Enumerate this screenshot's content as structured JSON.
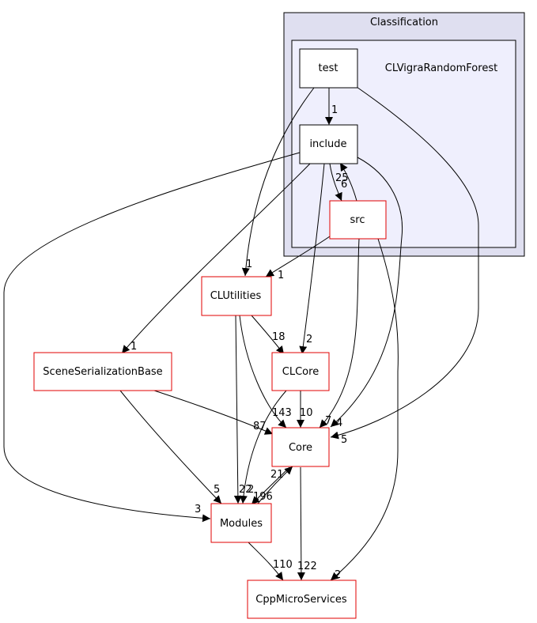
{
  "colors": {
    "outer_cluster_fill": "#dfdff0",
    "inner_cluster_fill": "#efeffd",
    "node_border_red": "#e00000",
    "node_border_black": "#000000",
    "edge": "#000000"
  },
  "clusters": {
    "outer": {
      "title": "Classification"
    },
    "inner": {
      "title": "CLVigraRandomForest"
    }
  },
  "nodes": {
    "test": "test",
    "include": "include",
    "src": "src",
    "clutilities": "CLUtilities",
    "scene": "SceneSerializationBase",
    "clcore": "CLCore",
    "core": "Core",
    "modules": "Modules",
    "cppmicro": "CppMicroServices"
  },
  "edge_labels": {
    "test_include": "1",
    "test_clutilities": "1",
    "include_src": "6",
    "src_include": "25",
    "src_clutilities": "1",
    "include_scene": "1",
    "include_clcore": "2",
    "include_core": "7",
    "include_modules": "3",
    "src_core": "4",
    "src_cppmicro": "2",
    "test_core": "5",
    "clutilities_clcore": "18",
    "clutilities_core": "143",
    "clutilities_modules": "22",
    "scene_core": "87",
    "scene_modules": "5",
    "clcore_core": "10",
    "clcore_modules": "2",
    "core_modules": "196",
    "modules_core": "21",
    "core_cppmicro": "122",
    "modules_cppmicro": "110"
  }
}
